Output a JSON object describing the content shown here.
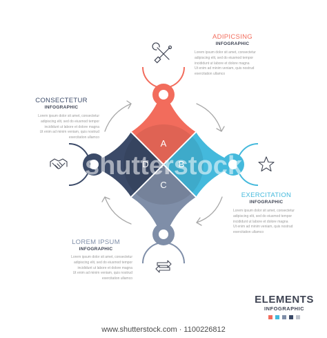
{
  "segments": [
    {
      "label": "A",
      "color": "#f26c5c"
    },
    {
      "label": "B",
      "color": "#44b9dc"
    },
    {
      "label": "C",
      "color": "#7f8ea8"
    },
    {
      "label": "D",
      "color": "#3b4a68"
    }
  ],
  "blocks": {
    "top": {
      "title": "ADIPICSING",
      "subtitle": "INFOGRAPHIC",
      "body": [
        "Lorem ipsum dolor sit amet, consectetur",
        "adipiscing elit, sed do eiusmod tempor",
        "incididunt ut labore et dolore magna",
        "Ut enim ad minim veniam, quis nostrud",
        "exercitation ullamco"
      ],
      "color": "#f26c5c"
    },
    "left": {
      "title": "CONSECTETUR",
      "subtitle": "INFOGRAPHIC",
      "body": [
        "Lorem ipsum dolor sit amet, consectetur",
        "adipiscing elit, sed do eiusmod tempor",
        "incididunt ut labore et dolore magna",
        "Ut enim ad minim veniam, quis nostrud",
        "exercitation ullamco"
      ],
      "color": "#3b4a68"
    },
    "right": {
      "title": "EXERCITATION",
      "subtitle": "INFOGRAPHIC",
      "body": [
        "Lorem ipsum dolor sit amet, consectetur",
        "adipiscing elit, sed do eiusmod tempor",
        "incididunt ut labore et dolore magna",
        "Ut enim ad minim veniam, quis nostrud",
        "exercitation ullamco"
      ],
      "color": "#44b9dc"
    },
    "bottom": {
      "title": "LOREM IPSUM",
      "subtitle": "INFOGRAPHIC",
      "body": [
        "Lorem ipsum dolor sit amet, consectetur",
        "adipiscing elit, sed do eiusmod tempor",
        "incididunt ut labore et dolore magna",
        "Ut enim ad minim veniam, quis nostrud",
        "exercitation ullamco"
      ],
      "color": "#7f8ea8"
    }
  },
  "icons": {
    "top": "tools-icon",
    "left": "handshake-icon",
    "right": "star-icon",
    "bottom": "exchange-arrows-icon"
  },
  "brand": {
    "title": "ELEMENTS",
    "subtitle": "INFOGRAPHIC",
    "swatches": [
      "#f26c5c",
      "#44b9dc",
      "#7f8ea8",
      "#3b4a68",
      "#c0c4cc"
    ]
  },
  "watermark": "shutterstock",
  "footer": "www.shutterstock.com · 1100226812"
}
